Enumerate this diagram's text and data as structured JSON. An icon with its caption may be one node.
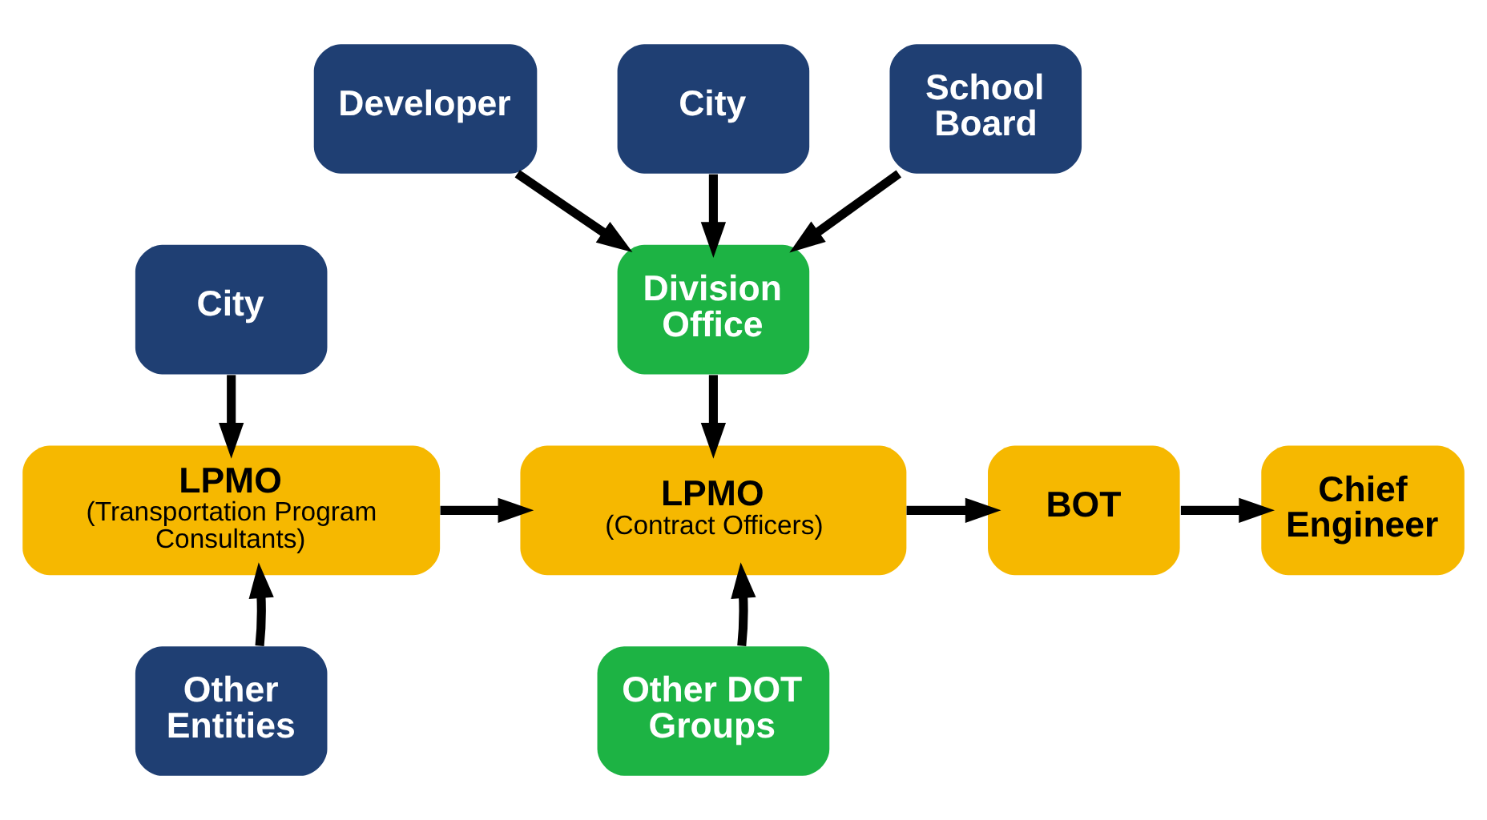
{
  "diagram": {
    "nodes": [
      {
        "text": [
          "Developer"
        ]
      },
      {
        "text": [
          "City"
        ]
      },
      {
        "text": [
          "School Board"
        ]
      },
      {
        "text": [
          "Division Office"
        ]
      },
      {
        "text": [
          "City"
        ]
      },
      {
        "text": [
          "LPMO",
          "(Transportation Program Consultants)"
        ]
      },
      {
        "text": [
          "LPMO",
          "(Contract Officers)"
        ]
      },
      {
        "text": [
          "BOT"
        ]
      },
      {
        "text": [
          "Chief Engineer"
        ]
      },
      {
        "text": [
          "Other Entities"
        ]
      },
      {
        "text": [
          "Other DOT Groups"
        ]
      }
    ],
    "edges": [
      {
        "from": 0,
        "to": 3,
        "arrow": "to"
      },
      {
        "from": 1,
        "to": 3,
        "arrow": "to"
      },
      {
        "from": 2,
        "to": 3,
        "arrow": "to"
      },
      {
        "from": 3,
        "to": 6,
        "arrow": "to"
      },
      {
        "from": 4,
        "to": 5,
        "arrow": "to"
      },
      {
        "from": 5,
        "to": 6,
        "arrow": "to"
      },
      {
        "from": 6,
        "to": 7,
        "arrow": "to"
      },
      {
        "from": 7,
        "to": 8,
        "arrow": "to"
      },
      {
        "from": 9,
        "to": 5,
        "arrow": "to"
      },
      {
        "from": 10,
        "to": 6,
        "arrow": "to"
      }
    ]
  }
}
